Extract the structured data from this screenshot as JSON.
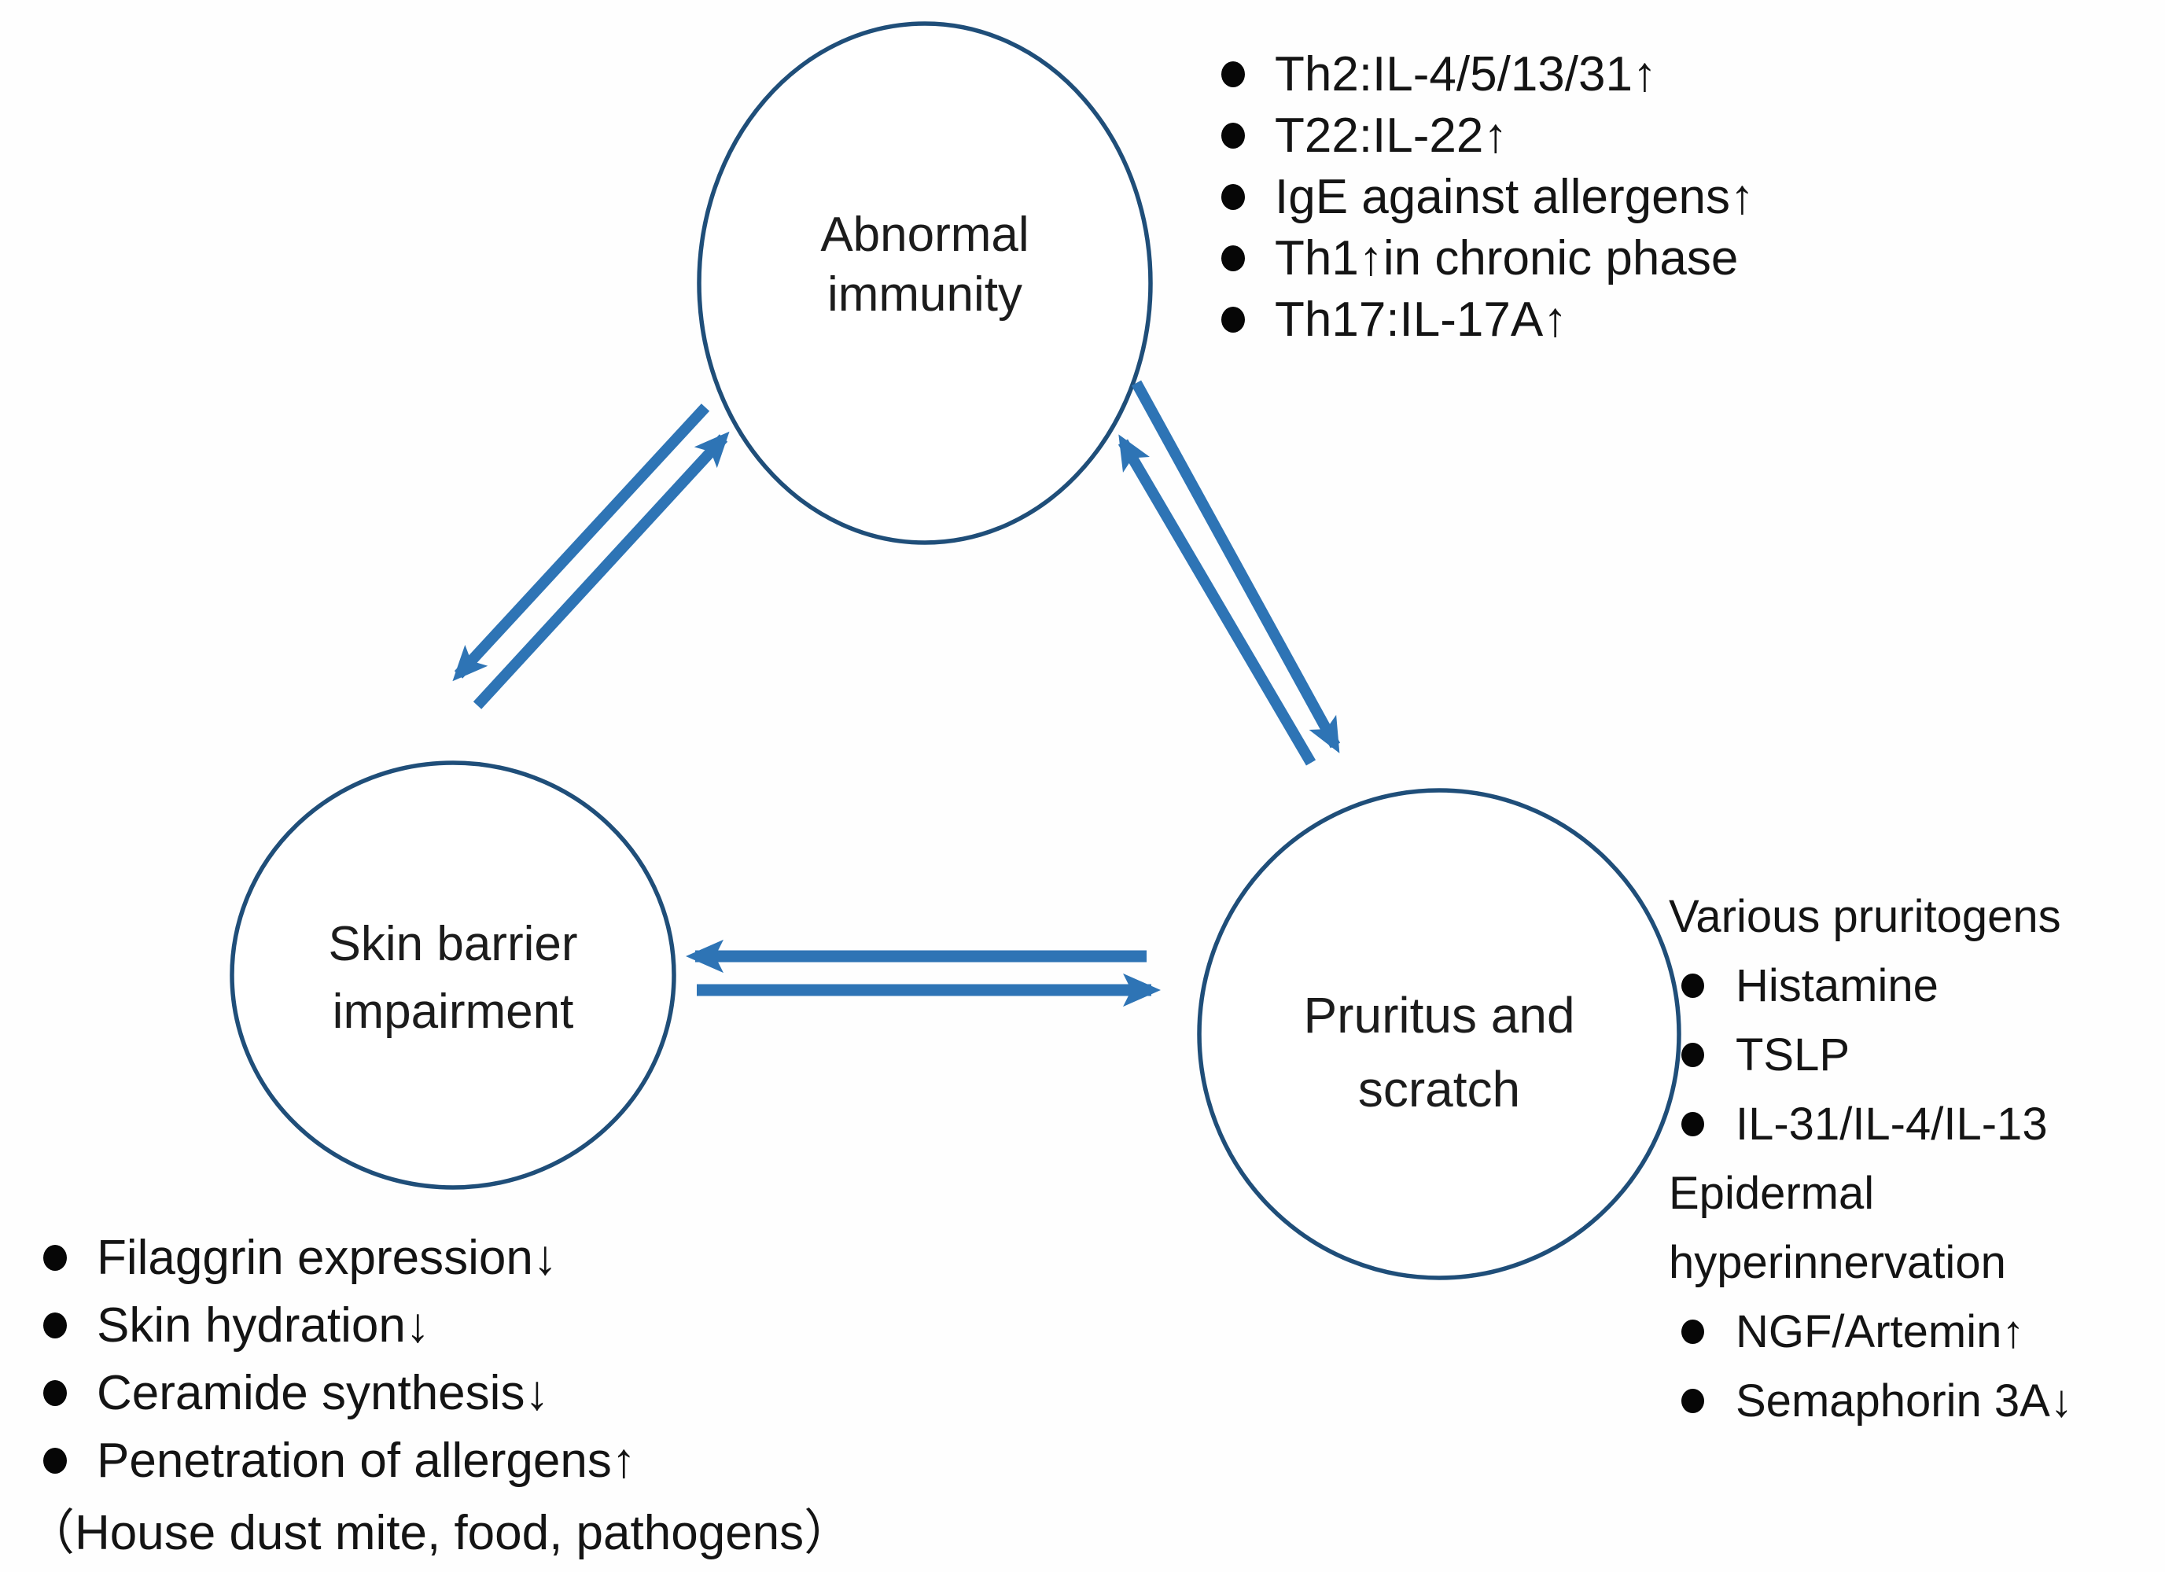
{
  "figure": {
    "background": "#fefefe",
    "colors": {
      "circle_stroke": "#1f4e79",
      "arrow_blue": "#2e74b5",
      "text": "#1b1b1b",
      "bullet": "#060606"
    }
  },
  "nodes": {
    "immunity": {
      "line1": "Abnormal",
      "line2": "immunity"
    },
    "skin": {
      "line1": "Skin barrier",
      "line2": "impairment"
    },
    "pruritus": {
      "line1": "Pruritus and",
      "line2": "scratch"
    }
  },
  "lists": {
    "immunity": {
      "items": [
        "Th2:IL-4/5/13/31↑",
        "T22:IL-22↑",
        "IgE against allergens↑",
        "Th1↑in chronic phase",
        "Th17:IL-17A↑"
      ]
    },
    "skin": {
      "items": [
        "Filaggrin expression↓",
        "Skin hydration↓",
        "Ceramide synthesis↓",
        "Penetration of allergens↑"
      ],
      "note": "（House dust mite, food, pathogens）"
    },
    "pruritus": {
      "heading1": "Various pruritogens",
      "items1": [
        "Histamine",
        "TSLP",
        "IL-31/IL-4/IL-13"
      ],
      "heading2_line1": "Epidermal",
      "heading2_line2": "hyperinnervation",
      "items2": [
        "NGF/Artemin↑",
        "Semaphorin 3A↓"
      ]
    }
  }
}
